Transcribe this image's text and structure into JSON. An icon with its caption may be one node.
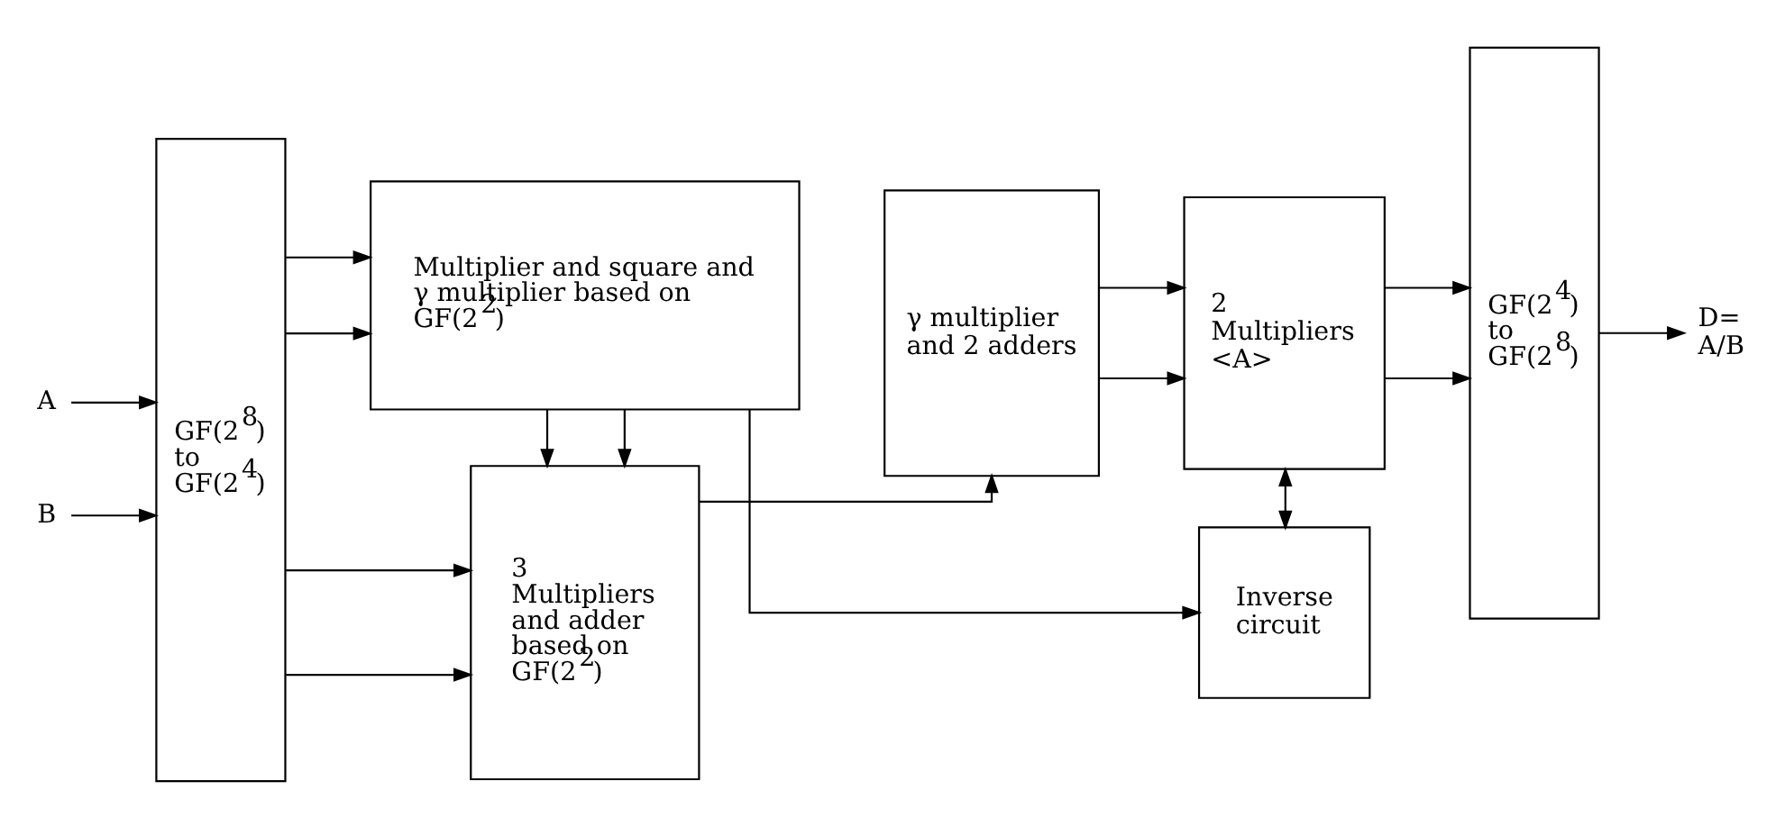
{
  "diagram": {
    "nodes": [
      {
        "text": [
          "GF(2$^{8}$) to GF(2$^{4}$)"
        ]
      },
      {
        "text": [
          "3 Multipliers and adder based on GF(2$^{2}$)"
        ]
      },
      {
        "text": [
          "γ multiplier and 2 adders"
        ]
      },
      {
        "text": [
          "2 Multipliers <A>"
        ]
      },
      {
        "text": [
          "GF(2$^{4}$) to GF(2$^{8}$)"
        ]
      },
      {
        "text": [
          "Multiplier and square and γ multiplier based on GF(2$^{2}$)"
        ]
      },
      {
        "text": [
          "Inverse circuit"
        ]
      },
      {
        "text": [
          "A"
        ]
      },
      {
        "text": [
          "B"
        ]
      },
      {
        "text": [
          "D= A/B"
        ]
      }
    ],
    "edges": [
      {
        "from": 7,
        "to": 0,
        "arrow": "to"
      },
      {
        "from": 8,
        "to": 0,
        "arrow": "to"
      },
      {
        "from": 0,
        "to": 1,
        "arrow": "to"
      },
      {
        "from": 0,
        "to": 1,
        "arrow": "to"
      },
      {
        "from": 0,
        "to": 5,
        "arrow": "to"
      },
      {
        "from": 0,
        "to": 5,
        "arrow": "to"
      },
      {
        "from": 5,
        "to": 1,
        "arrow": "to"
      },
      {
        "from": 5,
        "to": 1,
        "arrow": "to"
      },
      {
        "from": 1,
        "to": 2,
        "arrow": "to"
      },
      {
        "from": 2,
        "to": 3,
        "arrow": "to"
      },
      {
        "from": 2,
        "to": 3,
        "arrow": "to"
      },
      {
        "from": 3,
        "to": 6,
        "arrow": "both"
      },
      {
        "from": 5,
        "to": 6,
        "arrow": "to"
      },
      {
        "from": 3,
        "to": 4,
        "arrow": "to"
      },
      {
        "from": 3,
        "to": 4,
        "arrow": "to"
      },
      {
        "from": 4,
        "to": 9,
        "arrow": "to"
      }
    ]
  }
}
